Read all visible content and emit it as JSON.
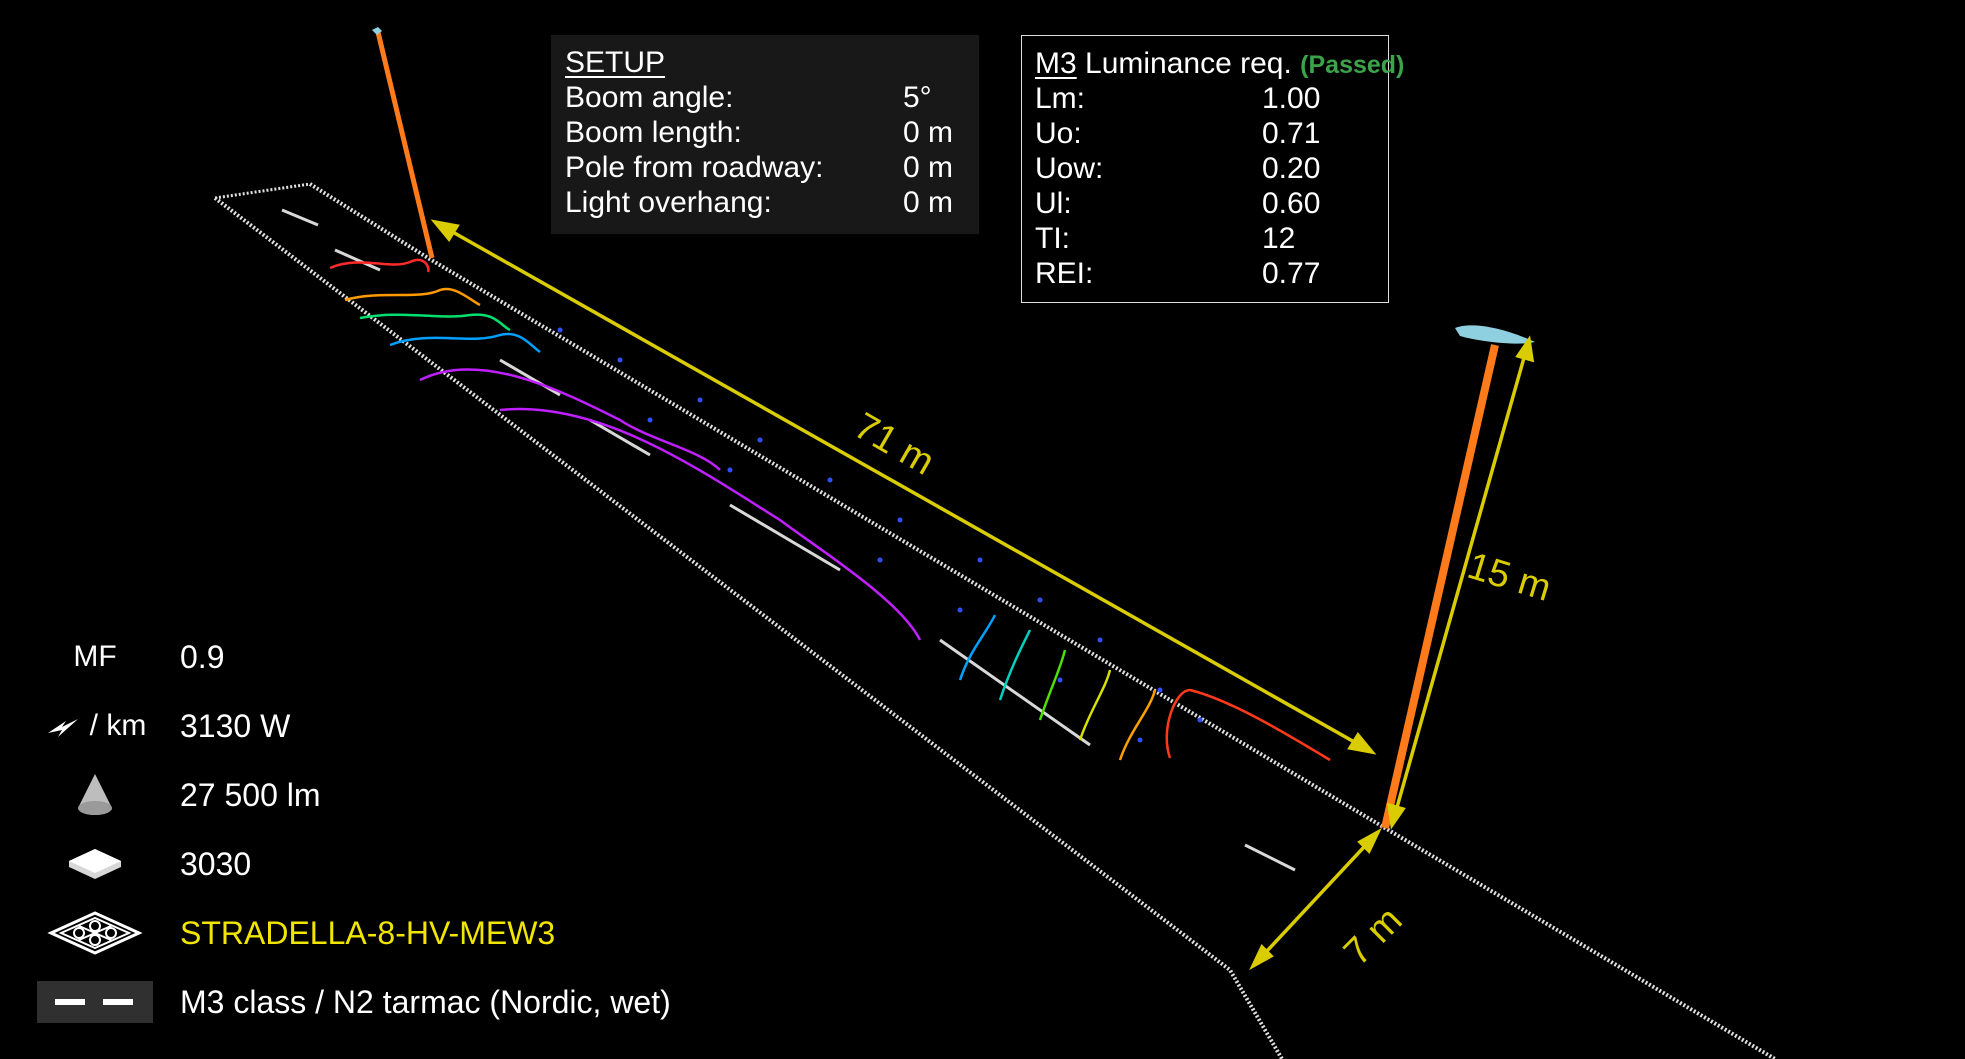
{
  "setup": {
    "title": "SETUP",
    "rows": [
      {
        "label": "Boom angle:",
        "value": "5°"
      },
      {
        "label": "Boom length:",
        "value": "0 m"
      },
      {
        "label": "Pole from roadway:",
        "value": "0 m"
      },
      {
        "label": "Light overhang:",
        "value": "0 m"
      }
    ]
  },
  "luminance": {
    "class_label": "M3",
    "title": "Luminance req.",
    "status": "(Passed)",
    "rows": [
      {
        "label": "Lm:",
        "value": "1.00"
      },
      {
        "label": "Uo:",
        "value": "0.71"
      },
      {
        "label": "Uow:",
        "value": "0.20"
      },
      {
        "label": "Ul:",
        "value": "0.60"
      },
      {
        "label": "TI:",
        "value": "12"
      },
      {
        "label": "REI:",
        "value": "0.77"
      }
    ]
  },
  "legend": {
    "mf_label": "MF",
    "mf_value": "0.9",
    "power_label": "/ km",
    "power_value": "3130 W",
    "flux_value": "27 500 lm",
    "led_value": "3030",
    "luminaire_value": "STRADELLA-8-HV-MEW3",
    "road_value": "M3 class / N2 tarmac (Nordic, wet)"
  },
  "dimensions": {
    "spacing": "71 m",
    "pole_height": "15 m",
    "road_width": "7 m"
  },
  "colors": {
    "background": "#000000",
    "dimension": "#d9cc00",
    "pole": "#ff7a1a",
    "passed": "#3ca34a",
    "luminaire_name": "#f2e600"
  }
}
